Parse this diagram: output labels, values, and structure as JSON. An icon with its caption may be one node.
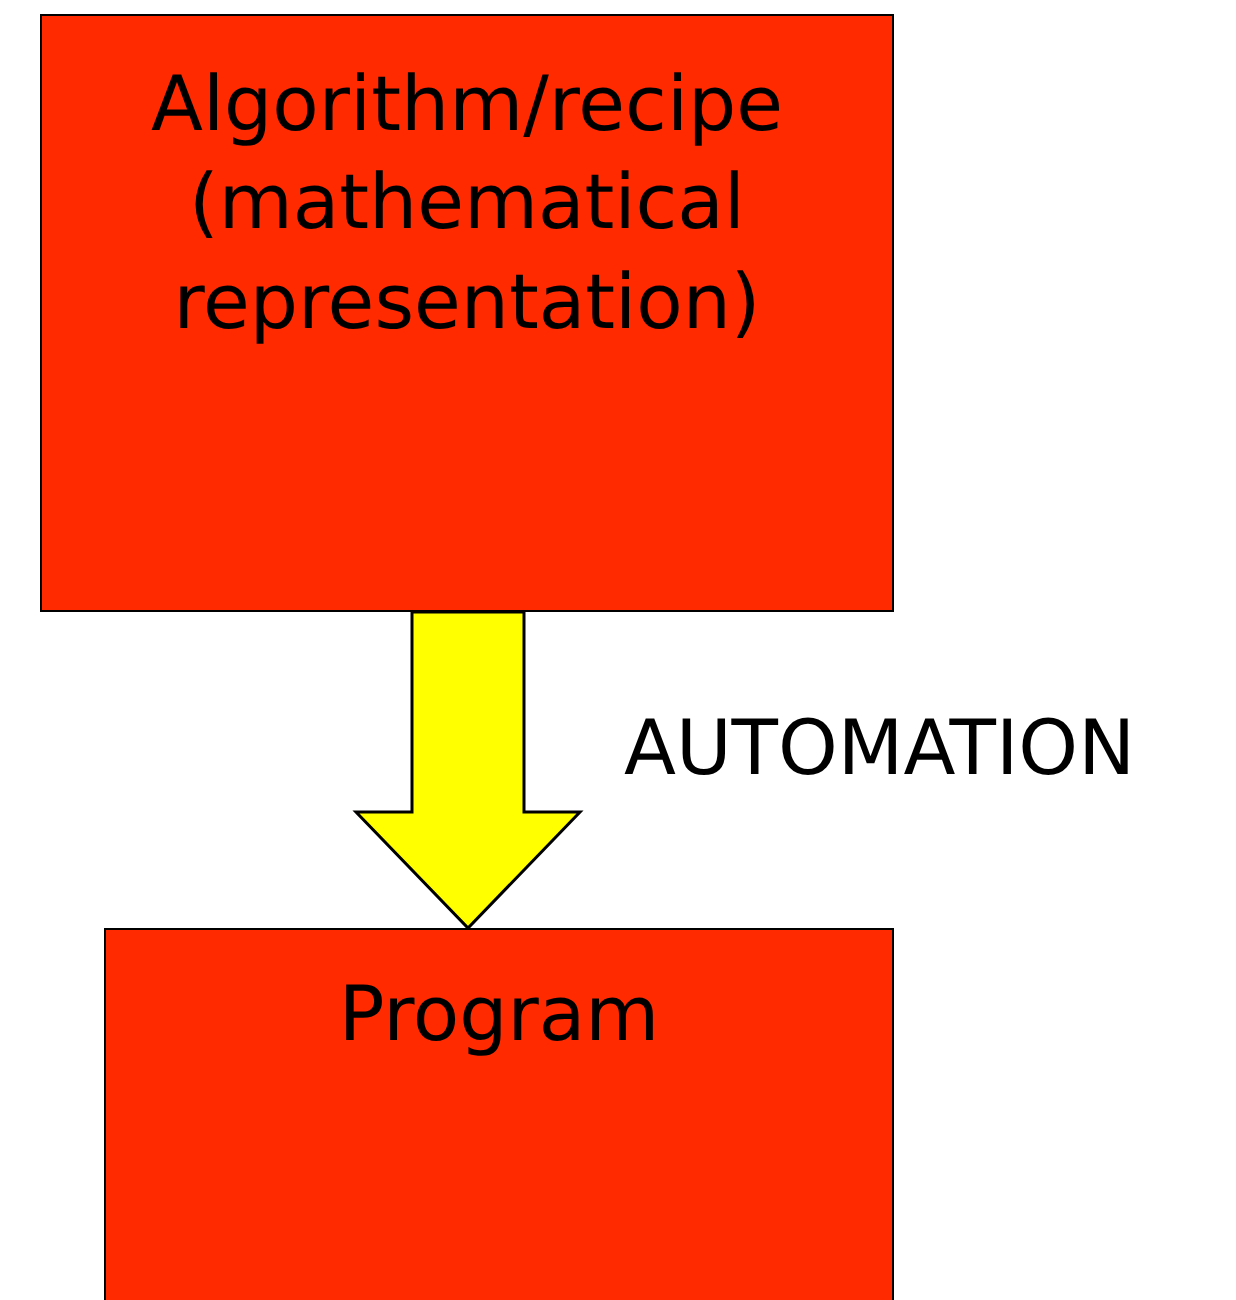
{
  "diagram": {
    "nodes": [
      {
        "text": [
          "Algorithm/recipe (mathematical representation)"
        ]
      },
      {
        "text": [
          "Program"
        ]
      }
    ],
    "edges": [
      {
        "from": 0,
        "to": 1,
        "arrow": "to",
        "label": "AUTOMATION",
        "style": "thick",
        "color": "#ffff00"
      }
    ]
  }
}
